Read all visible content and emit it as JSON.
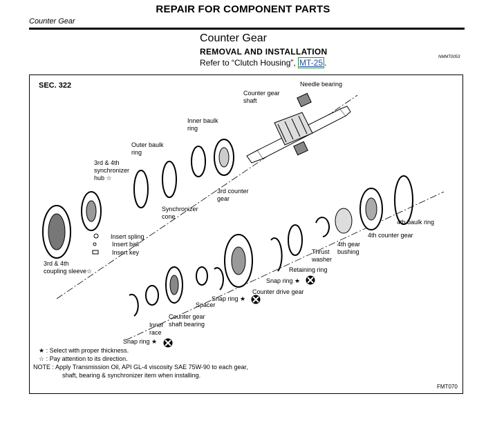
{
  "header": {
    "title": "REPAIR FOR COMPONENT PARTS",
    "section": "Counter Gear"
  },
  "page": {
    "title": "Counter Gear",
    "subtitle": "REMOVAL AND INSTALLATION",
    "refer_prefix": "Refer to “Clutch Housing”, ",
    "refer_link": "MT-25",
    "refer_suffix": ".",
    "image_code": "NMMT0053"
  },
  "diagram": {
    "section_code": "SEC. 322",
    "figure_code": "FMT070",
    "labels": {
      "counter_gear_shaft": [
        "Counter gear",
        "shaft"
      ],
      "needle_bearing": "Needle bearing",
      "inner_baulk_ring": [
        "Inner baulk",
        "ring"
      ],
      "outer_baulk_ring": [
        "Outer baulk",
        "ring"
      ],
      "sync_hub": [
        "3rd & 4th",
        "synchronizer",
        "hub ☆"
      ],
      "synchronizer_cone": [
        "Synchronizer",
        "cone"
      ],
      "third_counter_gear": [
        "3rd counter",
        "gear"
      ],
      "fourth_baulk_ring": "4th baulk ring",
      "fourth_counter_gear": "4th counter gear",
      "fourth_gear_bushing": [
        "4th gear",
        "bushing"
      ],
      "thrust_washer": [
        "Thrust",
        "washer"
      ],
      "retaining_ring": "Retaining ring",
      "snap_ring_1": "Snap ring ★",
      "counter_drive_gear": "Counter drive gear",
      "snap_ring_2": "Snap ring ★",
      "spacer": "Spacer",
      "counter_gear_shaft_bearing": [
        "Counter gear",
        "shaft bearing"
      ],
      "inner_race": [
        "Inner",
        "race"
      ],
      "snap_ring_3": "Snap ring ★",
      "insert_spring": "Insert spling",
      "insert_ball": "Insert ball",
      "insert_key": "Insert key",
      "coupling_sleeve": [
        "3rd & 4th",
        "coupling sleeve☆"
      ]
    },
    "notes": {
      "star_black": "★ :  Select with proper thickness.",
      "star_white": "☆ :  Pay attention to its direction.",
      "note_line1": "NOTE :  Apply Transmission Oil, API GL-4 viscosity SAE 75W-90 to each gear,",
      "note_line2": "shaft, bearing & synchronizer item when installing."
    }
  }
}
